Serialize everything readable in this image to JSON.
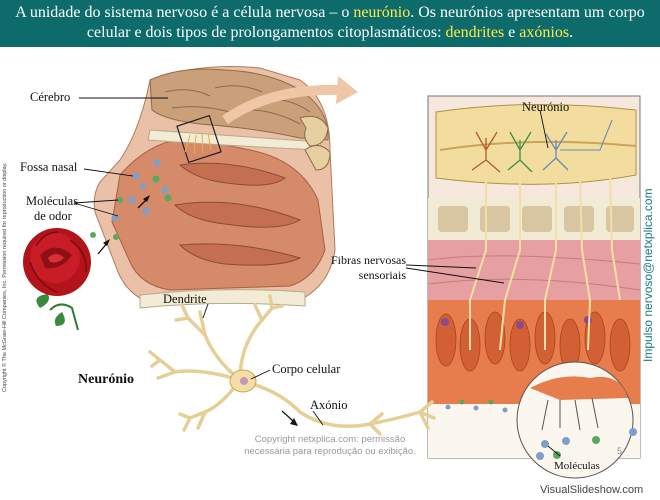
{
  "header": {
    "text_part1": "A unidade do sistema nervoso é a célula nervosa – o ",
    "term_neuronio": "neurónio",
    "text_part2": ". Os neurónios apresentam um corpo celular e dois tipos de prolongamentos citoplasmáticos: ",
    "term_dendrites": "dendrites",
    "text_and": " e ",
    "term_axonios": "axónios",
    "text_end": "."
  },
  "labels": {
    "cerebro": "Cérebro",
    "fossa_nasal": "Fossa nasal",
    "moleculas_de_odor_line1": "Moléculas",
    "moleculas_de_odor_line2": "de odor",
    "neuronio_zoom": "Neurónio",
    "fibras_line1": "Fibras nervosas",
    "fibras_line2": "sensoriais",
    "moleculas": "Moléculas",
    "dendrite": "Dendrite",
    "corpo_celular": "Corpo celular",
    "axonio": "Axónio",
    "neuronio_title": "Neurónio"
  },
  "watermarks": {
    "copyright_vertical": "Copyright © The McGraw-Hill Companies, Inc. Permission required for reproduction or display.",
    "netxplica_vertical": "Impulso nervoso@netxplica.com",
    "netxplica_bottom_line1": "Copyright netxplica.com: permissão",
    "netxplica_bottom_line2": "necessária para reprodução ou exibição.",
    "page_number": "5",
    "visualslideshow": "VisualSlideshow.com"
  },
  "colors": {
    "header_bg": "#0d6b6b",
    "highlight": "#ffe94a",
    "neuron_fill": "#f3dfa6",
    "tissue": "#d58a6a",
    "brain": "#c9a07a"
  }
}
